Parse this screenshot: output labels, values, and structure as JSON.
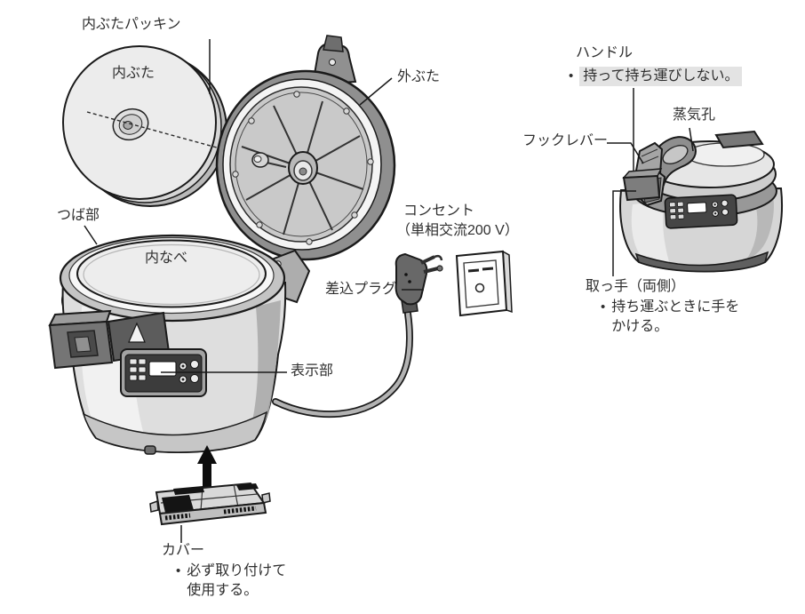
{
  "bullet": "•",
  "labels": {
    "inner_lid_packing": "内ぶたパッキン",
    "inner_lid": "内ぶた",
    "outer_lid": "外ぶた",
    "flange": "つば部",
    "inner_pot": "内なべ",
    "display": "表示部",
    "plug": "差込プラグ",
    "outlet": "コンセント",
    "outlet_spec": "（単相交流200 V）",
    "handle": "ハンドル",
    "steam_vent": "蒸気孔",
    "hook_lever": "フックレバー",
    "carry_handle": "取っ手（両側）",
    "cover": "カバー"
  },
  "notes": {
    "handle": "持って持ち運びしない。",
    "carry_line1": "持ち運ぶときに手を",
    "carry_line2": "かける。",
    "cover_line1": "必ず取り付けて",
    "cover_line2": "使用する。"
  },
  "colors": {
    "outline": "#1a1a1a",
    "body_light": "#ececec",
    "body_mid": "#c4c4c4",
    "body_dark": "#8c8c8c",
    "panel_dark": "#3c3c3c",
    "text": "#2f2f2f",
    "note_highlight": "#e3e3e3",
    "background": "#ffffff"
  }
}
